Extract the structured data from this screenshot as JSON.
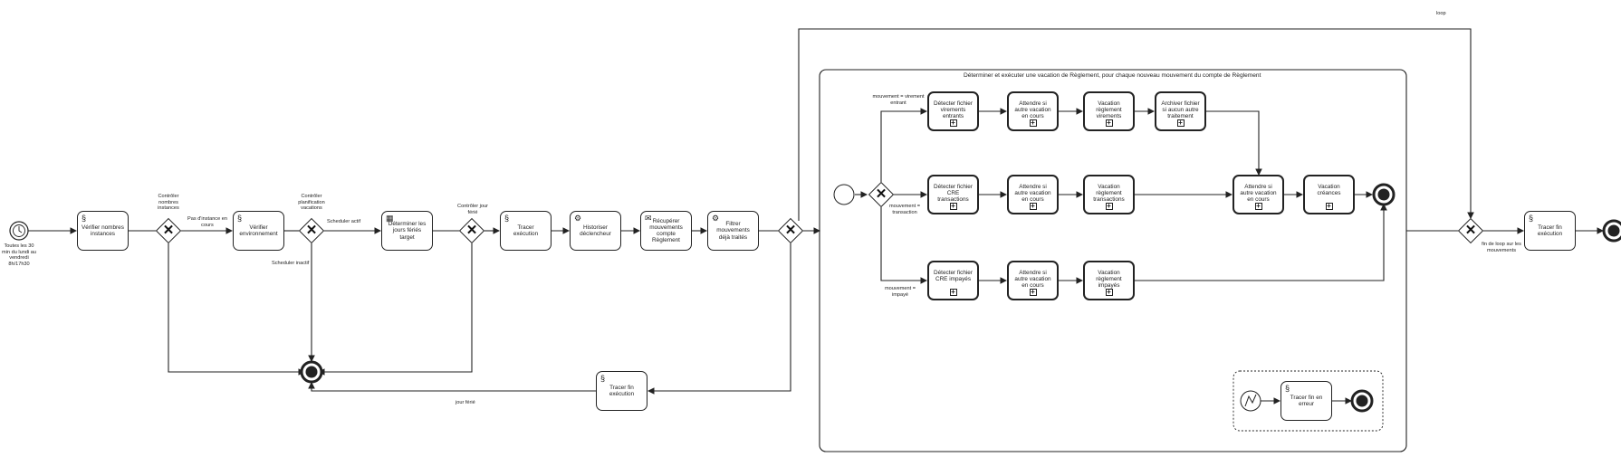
{
  "diagram": {
    "timer_label": "Toutes les 30 min du lundi au vendredi 8h/17h30",
    "tasks": {
      "verifier_nombres": "Vérifier nombres instances",
      "verifier_env": "Vérifier environnement",
      "determiner_jours": "Déterminer les jours fériés target",
      "tracer_exec": "Tracer exécution",
      "historiser": "Historiser déclencheur",
      "recuperer": "Récupérer mouvements compte Règlement",
      "filtrer": "Filtrer mouvements déjà traités",
      "tracer_fin_ferie": "Tracer fin exécution",
      "tracer_fin_exec": "Tracer fin exécution",
      "tracer_fin_erreur": "Tracer fin en erreur"
    },
    "gateway_labels": {
      "controler_nombre": "Contrôler nombres instances",
      "controler_planif": "Contrôler planification vacations",
      "controler_ferie": "Contrôler jour férié"
    },
    "flow_labels": {
      "pas_instance": "Pas d'instance en cours",
      "scheduler_actif": "Scheduler actif",
      "scheduler_inactif": "Scheduler inactif",
      "jour_ferie": "jour férié",
      "loop": "loop",
      "fin_loop": "fin de loop sur les mouvements",
      "mvt_virement": "mouvement = virement entrant",
      "mvt_transaction": "mouvement = transaction",
      "mvt_impaye": "mouvement = impayé"
    },
    "subprocess": {
      "title": "Déterminer et exécuter une vacation de Règlement, pour chaque nouveau mouvement du compte de Règlement",
      "tasks": {
        "detecter_virements": "Détecter fichier virements entrants",
        "attendre_1": "Attendre si autre vacation en cours",
        "vacation_virements": "Vacation règlement virements",
        "archiver": "Archiver fichier si aucun autre traitement",
        "detecter_cre": "Détecter fichier CRE transactions",
        "attendre_2": "Attendre si autre vacation en cours",
        "vacation_transactions": "Vacation règlement transactions",
        "attendre_merge": "Attendre si autre vacation en cours",
        "vacation_creances": "Vacation créances",
        "detecter_impayes": "Détecter fichier CRE impayés",
        "attendre_3": "Attendre si autre vacation en cours",
        "vacation_impayes": "Vacation règlement impayés"
      }
    }
  }
}
